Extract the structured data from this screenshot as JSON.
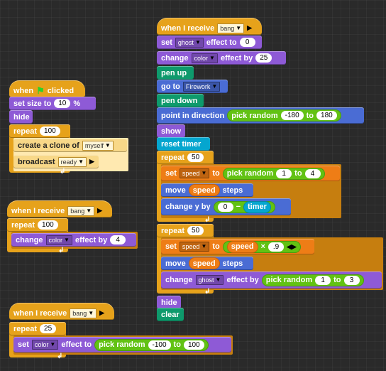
{
  "script1": {
    "hat_when": "when",
    "hat_clicked": "clicked",
    "set_size": "set size to",
    "size_val": "10",
    "pct": "%",
    "hide": "hide",
    "repeat": "repeat",
    "repeat_val": "100",
    "create_clone": "create a clone of",
    "clone_target": "myself",
    "broadcast": "broadcast",
    "broadcast_msg": "ready"
  },
  "script2": {
    "hat": "when I receive",
    "msg": "bang",
    "repeat": "repeat",
    "repeat_val": "100",
    "change": "change",
    "effect_name": "color",
    "effect_by": "effect by",
    "by_val": "4"
  },
  "script3": {
    "hat": "when I receive",
    "msg": "bang",
    "repeat": "repeat",
    "repeat_val": "25",
    "set": "set",
    "effect_name": "color",
    "effect_to": "effect to",
    "pick_random": "pick random",
    "to": "to",
    "from_val": "-100",
    "to_val": "100"
  },
  "script4": {
    "hat": "when I receive",
    "msg": "bang",
    "set": "set",
    "ghost": "ghost",
    "effect_to": "effect to",
    "ghost_val": "0",
    "change": "change",
    "color": "color",
    "effect_by": "effect by",
    "color_val": "25",
    "pen_up": "pen up",
    "go_to": "go to",
    "go_target": "Firework",
    "pen_down": "pen down",
    "point": "point in direction",
    "pick_random": "pick random",
    "to": "to",
    "dir_from": "-180",
    "dir_to": "180",
    "show": "show",
    "reset_timer": "reset timer",
    "repeat": "repeat",
    "rep1_val": "50",
    "set_var": "set",
    "var_speed": "speed",
    "to_word": "to",
    "speed_from": "1",
    "speed_to": "4",
    "move": "move",
    "steps": "steps",
    "change_y": "change y by",
    "minus_left": "0",
    "minus_sign": "−",
    "timer": "timer",
    "rep2_val": "50",
    "times": "×",
    "mult_val": ".9",
    "change2": "change",
    "ghost2": "ghost",
    "effect_by2": "effect by",
    "ghost_from": "1",
    "ghost_to": "3",
    "hide": "hide",
    "clear": "clear"
  }
}
